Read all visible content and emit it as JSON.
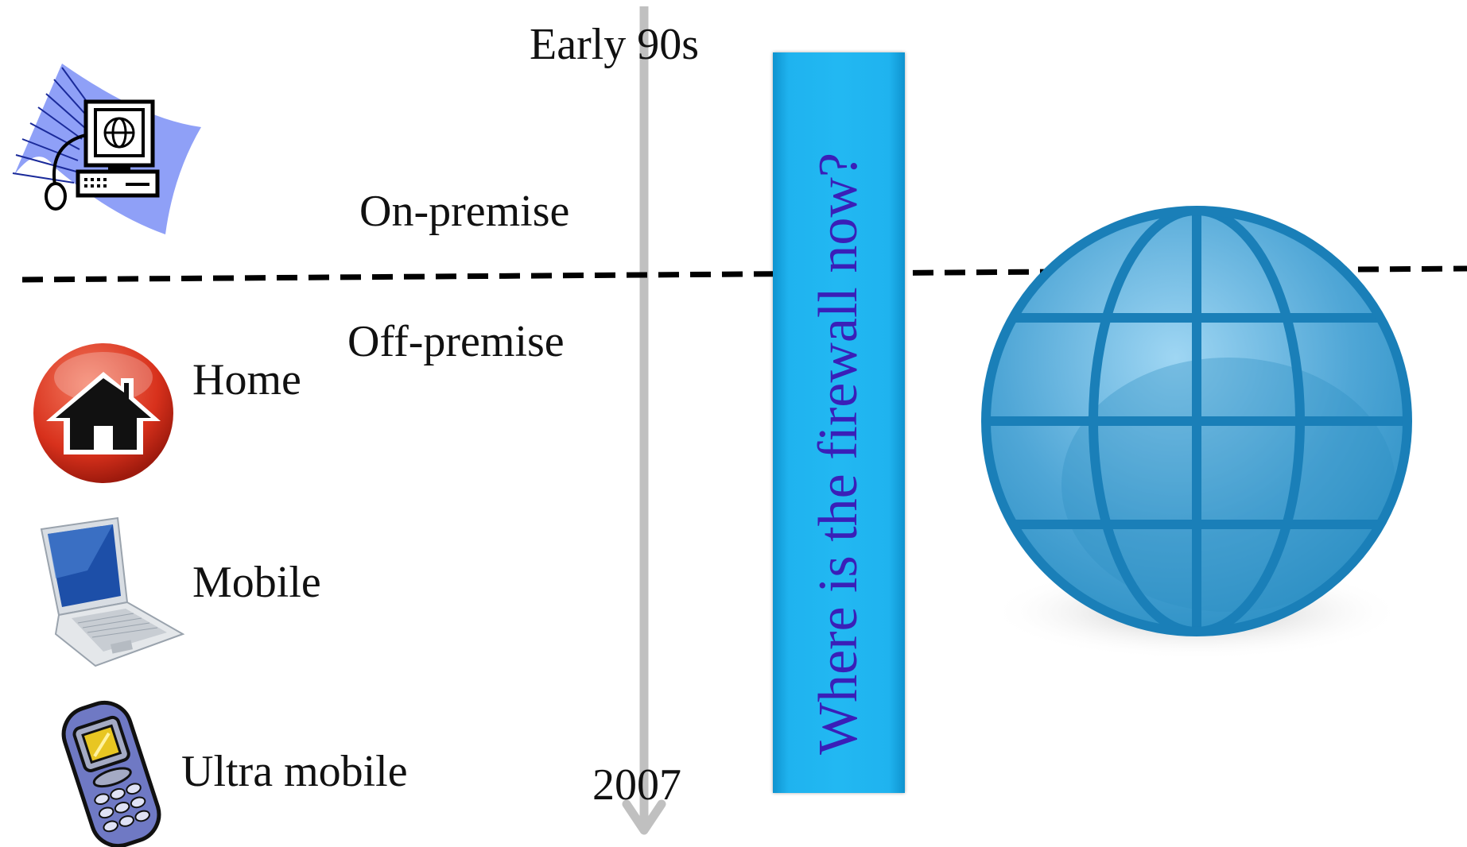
{
  "timeline": {
    "start_label": "Early 90s",
    "end_label": "2007"
  },
  "zones": {
    "on_premise": "On-premise",
    "off_premise": "Off-premise"
  },
  "devices": [
    {
      "label": "Home",
      "icon": "home-icon"
    },
    {
      "label": "Mobile",
      "icon": "laptop-icon"
    },
    {
      "label": "Ultra mobile",
      "icon": "mobile-phone-icon"
    }
  ],
  "firewall": {
    "question": "Where is the firewall now?",
    "color": "#1fb0ee"
  },
  "icons": {
    "desktop": "desktop-computer-icon",
    "globe": "globe-icon"
  },
  "colors": {
    "timeline_arrow": "#c0c0c0",
    "globe": "#2b8fc4",
    "home_badge": "#d8311c",
    "firewall_text": "#3a1fb8"
  }
}
